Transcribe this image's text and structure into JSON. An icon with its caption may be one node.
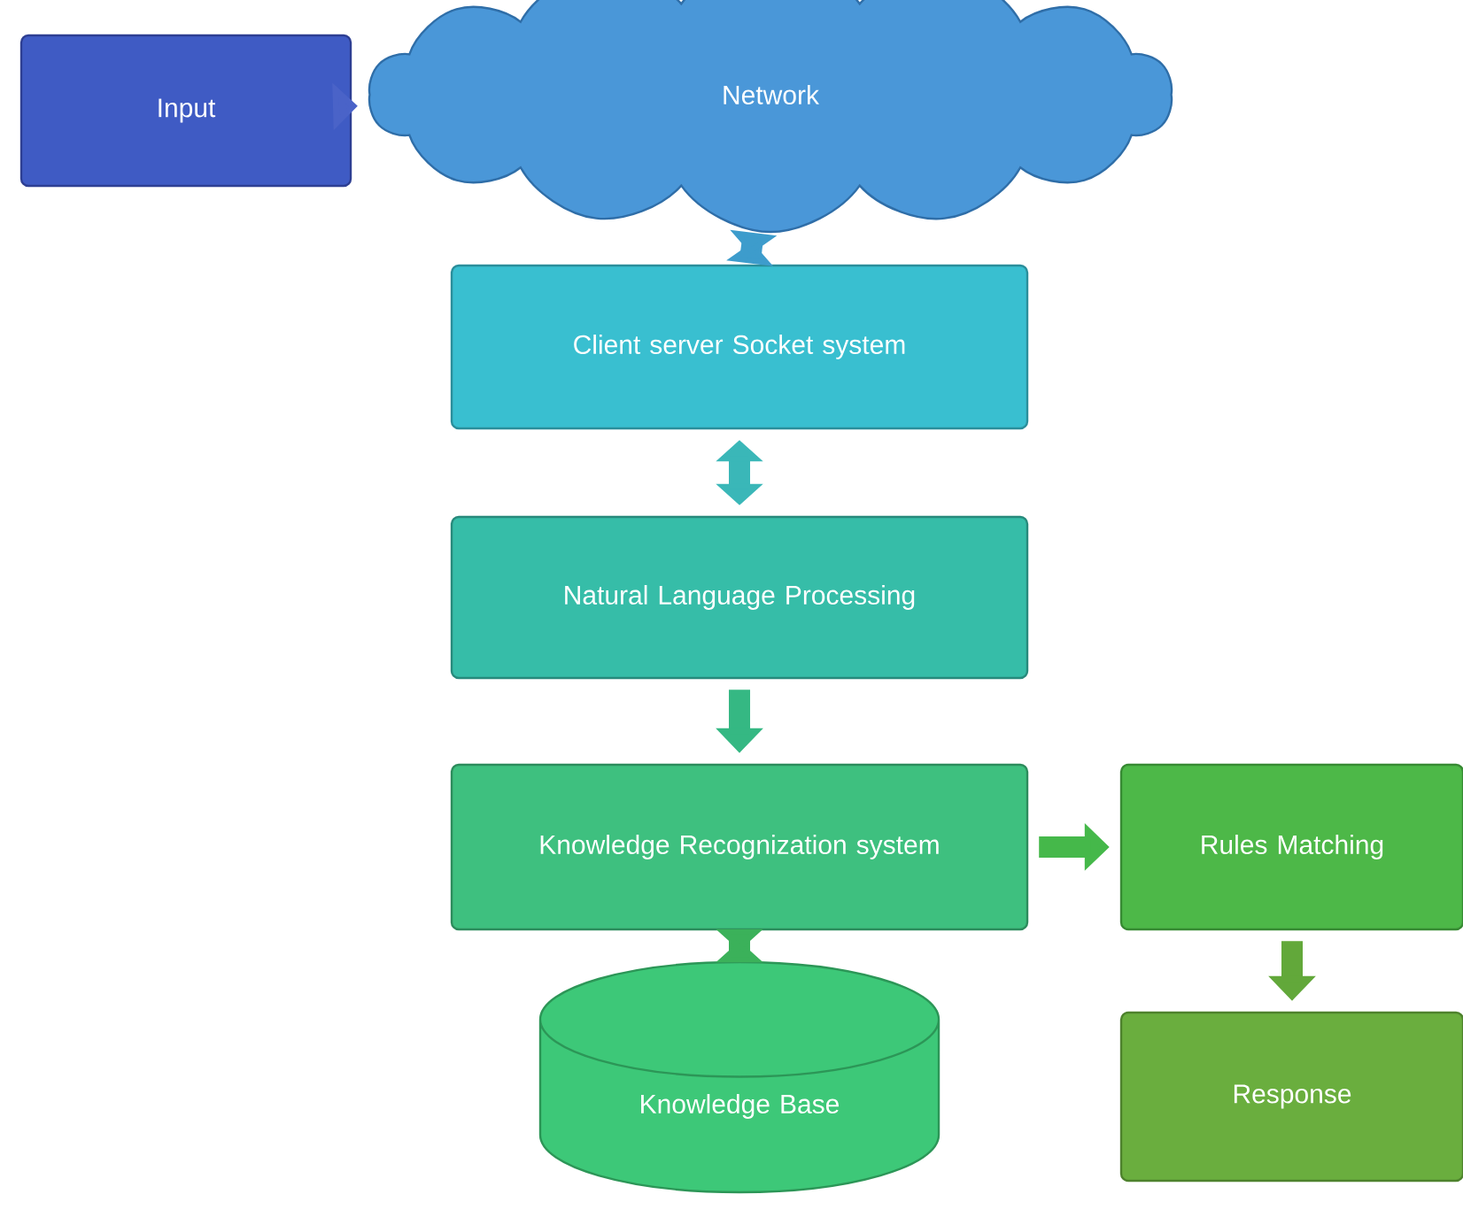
{
  "diagram": {
    "nodes": [
      {
        "text": [
          "Input"
        ]
      },
      {
        "text": [
          "Network"
        ]
      },
      {
        "text": [
          "Client server Socket system"
        ]
      },
      {
        "text": [
          "Natural Language Processing"
        ]
      },
      {
        "text": [
          "Knowledge Recognization system"
        ]
      },
      {
        "text": [
          "Rules Matching"
        ]
      },
      {
        "text": [
          "Response"
        ]
      },
      {
        "text": [
          "Knowledge Base"
        ]
      }
    ],
    "edges": [
      {
        "from": 0,
        "to": 1,
        "arrow": "to",
        "color": "#4a63c8"
      },
      {
        "from": 1,
        "to": 2,
        "arrow": "both",
        "color": "#3d9ccc"
      },
      {
        "from": 2,
        "to": 3,
        "arrow": "both",
        "color": "#3ab7b8"
      },
      {
        "from": 3,
        "to": 4,
        "arrow": "to",
        "color": "#35b883"
      },
      {
        "from": 4,
        "to": 5,
        "arrow": "to",
        "color": "#45b84a"
      },
      {
        "from": 4,
        "to": 7,
        "arrow": "both",
        "color": "#3bb15a"
      },
      {
        "from": 5,
        "to": 6,
        "arrow": "to",
        "color": "#62a83a"
      }
    ]
  }
}
